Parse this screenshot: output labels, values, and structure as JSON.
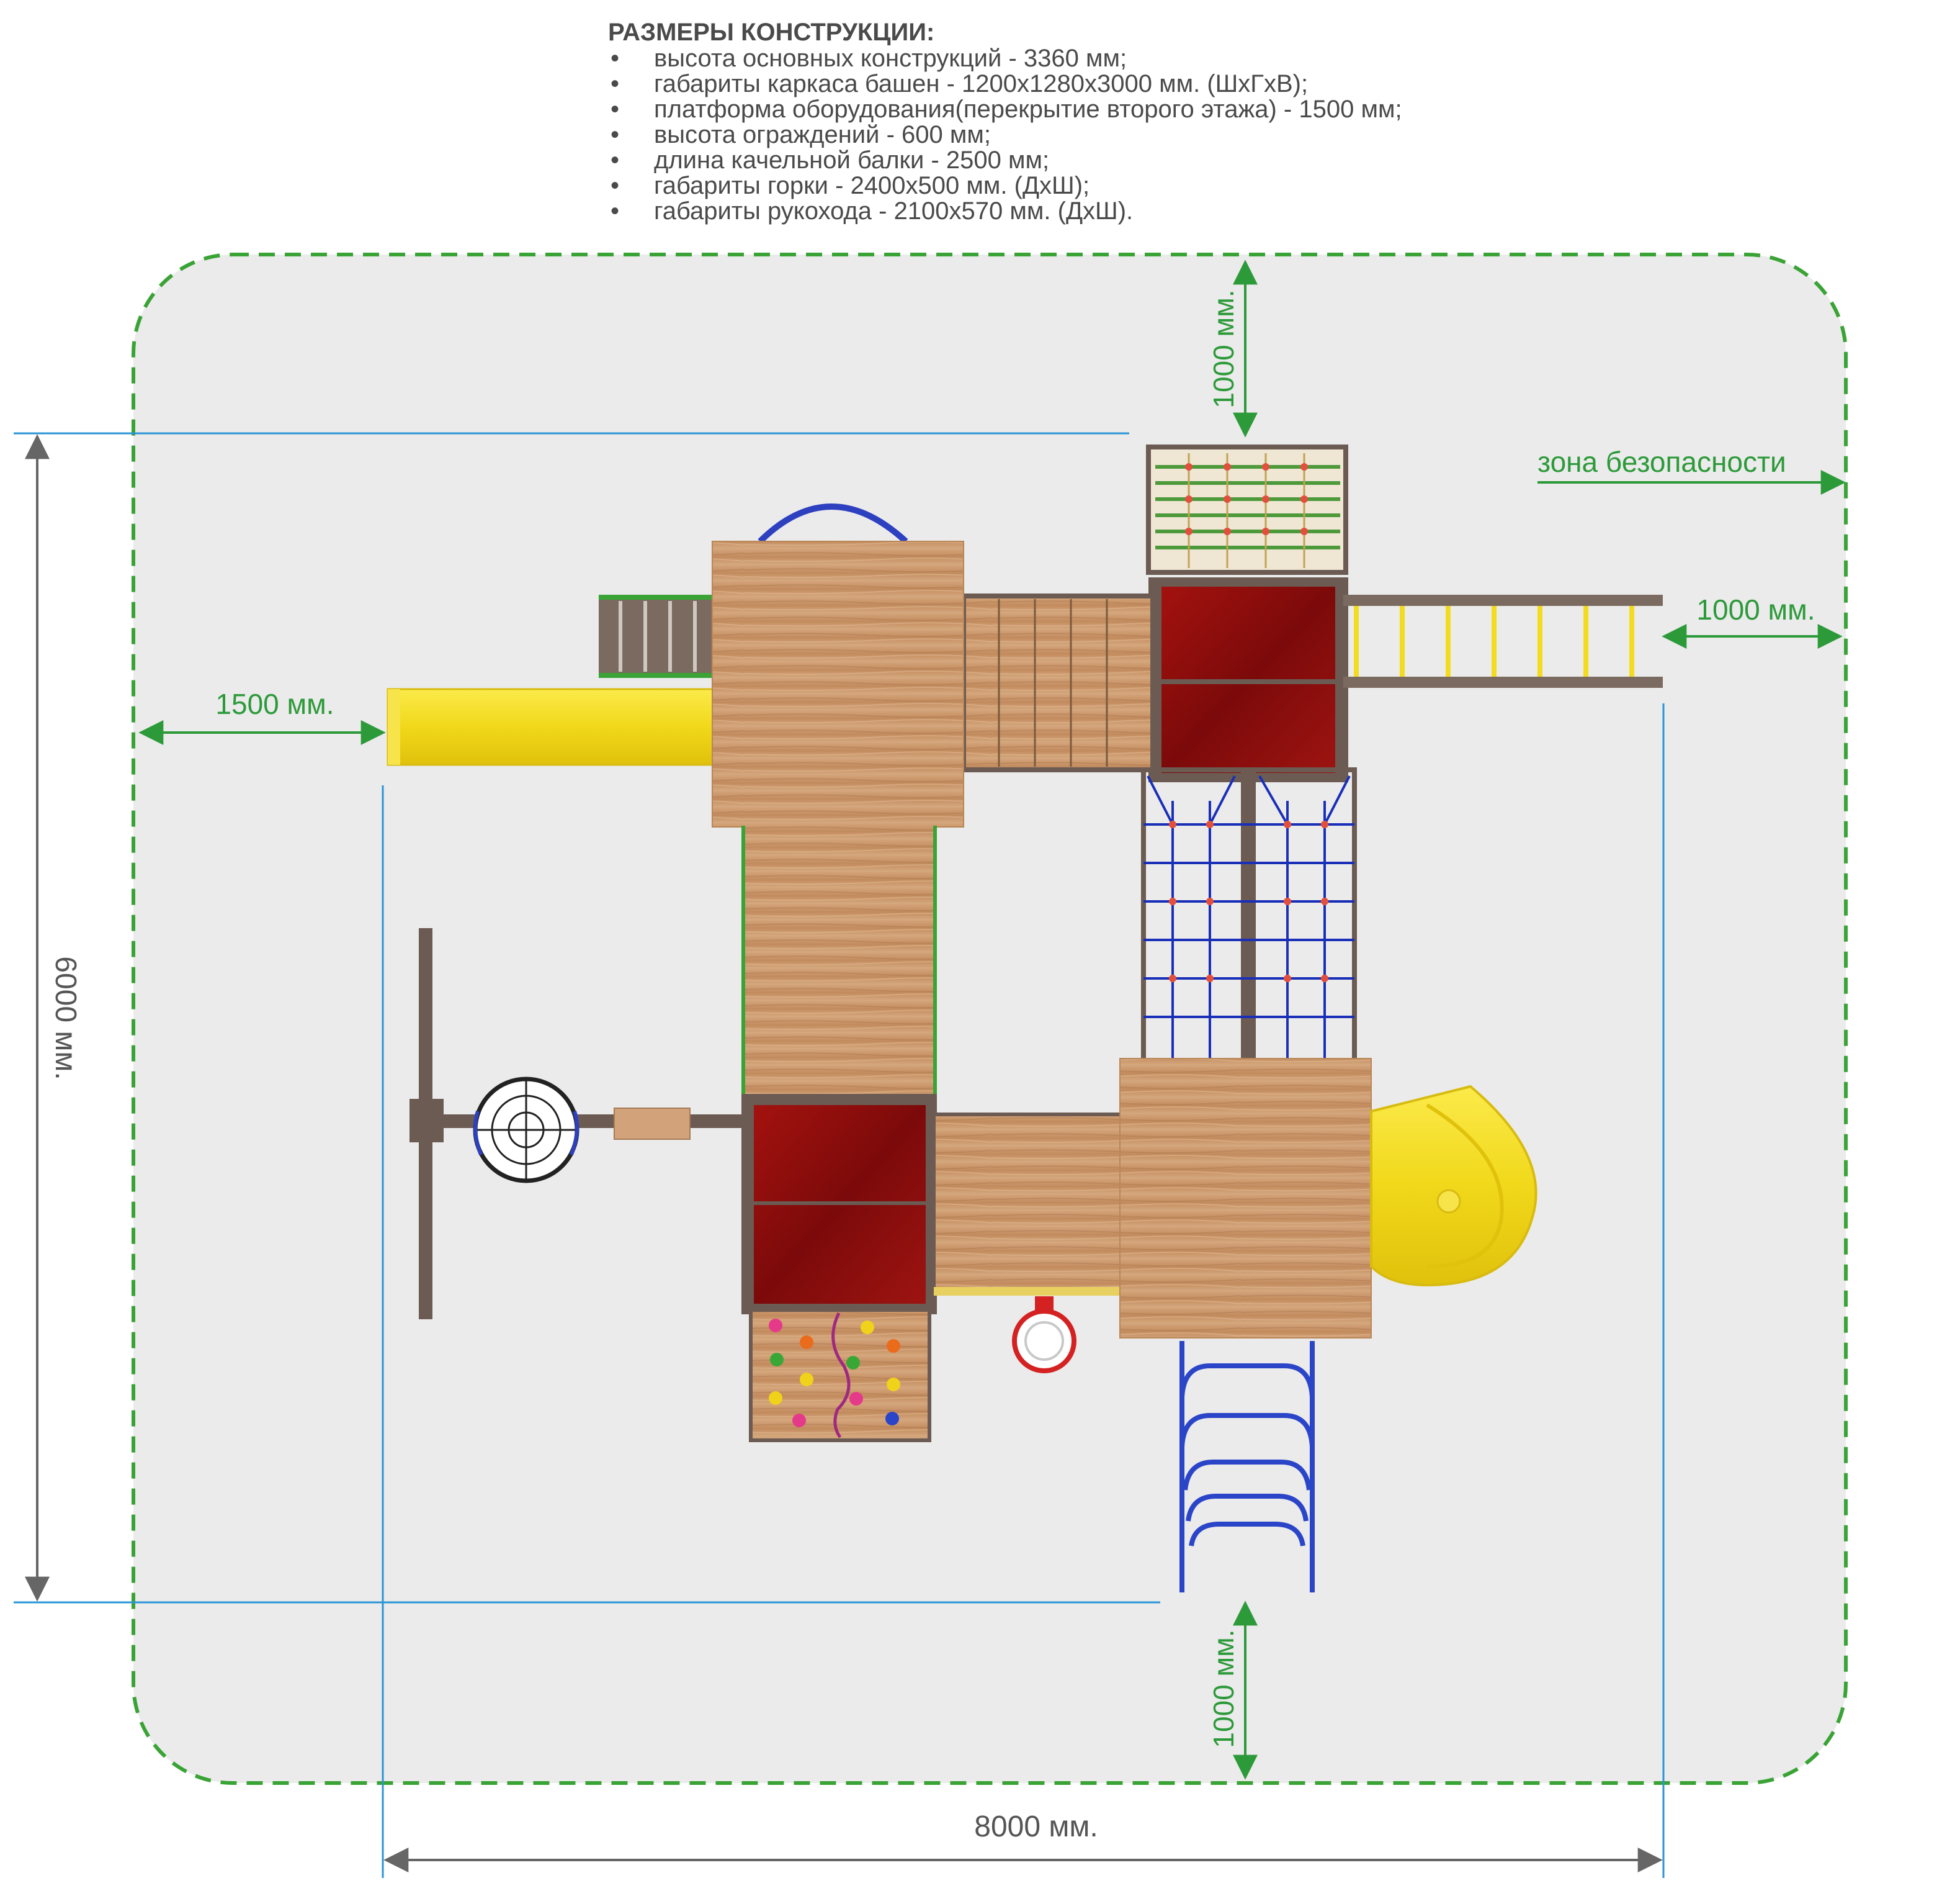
{
  "spec": {
    "title": "РАЗМЕРЫ КОНСТРУКЦИИ:",
    "items": [
      "высота основных конструкций - 3360 мм;",
      "габариты каркаса башен - 1200х1280х3000 мм. (ШхГхВ);",
      "платформа оборудования(перекрытие второго этажа) - 1500 мм;",
      "высота ограждений - 600 мм;",
      "длина качельной балки - 2500 мм;",
      "габариты горки - 2400х500 мм. (ДхШ);",
      "габариты рукохода - 2100х570 мм. (ДхШ)."
    ]
  },
  "labels": {
    "safety_zone": "зона безопасности",
    "top_clearance": "1000 мм.",
    "right_clearance": "1000 мм.",
    "left_clearance": "1500 мм.",
    "bottom_clearance": "1000 мм.",
    "overall_height": "6000 мм.",
    "overall_width": "8000 мм."
  },
  "colors": {
    "safety_zone_border": "#3aa335",
    "zone_fill": "#ebebeb",
    "dimension_green": "#2d9a3a",
    "dimension_grey": "#666666",
    "guide_blue": "#2a94d6",
    "wood": "#c9956a",
    "roof_red": "#8e0d0d",
    "frame_brown": "#6b5b52",
    "slide_yellow": "#f3dc1f",
    "rope_blue": "#1a2fb8",
    "ladder_blue": "#2b45c8"
  }
}
